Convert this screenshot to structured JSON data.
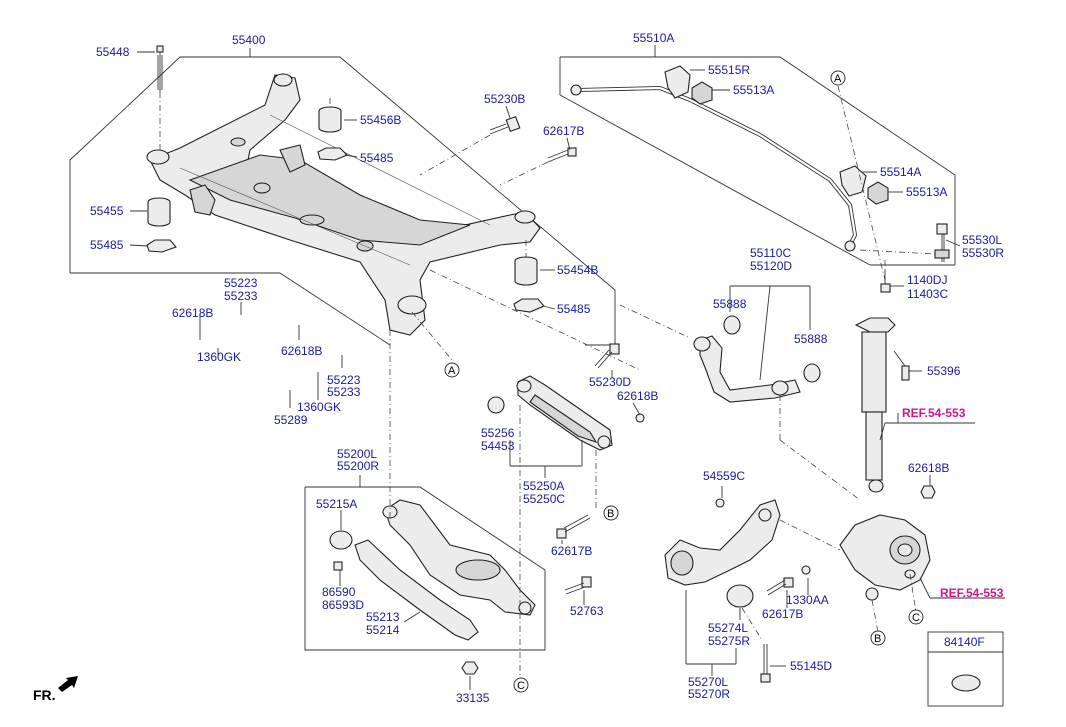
{
  "labels": {
    "p55400": "55400",
    "p55448": "55448",
    "p55456B": "55456B",
    "p55485a": "55485",
    "p55455": "55455",
    "p55485b": "55485",
    "p55454B": "55454B",
    "p55485c": "55485",
    "p55230B": "55230B",
    "p62617B_top": "62617B",
    "p55510A": "55510A",
    "p55515R": "55515R",
    "p55513A_top": "55513A",
    "p55514A": "55514A",
    "p55513A_mid": "55513A",
    "p55530L": "55530L",
    "p55530R": "55530R",
    "p1140DJ": "1140DJ",
    "p11403C": "11403C",
    "p55223a": "55223",
    "p55233a": "55233",
    "p62618B_a": "62618B",
    "p1360GK_a": "1360GK",
    "p62618B_b": "62618B",
    "p55223b": "55223",
    "p55233b": "55233",
    "p1360GK_b": "1360GK",
    "p55289": "55289",
    "p55110C": "55110C",
    "p55120D": "55120D",
    "p55888a": "55888",
    "p55888b": "55888",
    "p55230D": "55230D",
    "p62618B_c": "62618B",
    "p55256": "55256",
    "p54453": "54453",
    "p55250A": "55250A",
    "p55250C": "55250C",
    "p62617B_mid": "62617B",
    "p55396": "55396",
    "p62618B_d": "62618B",
    "p55200L": "55200L",
    "p55200R": "55200R",
    "p55215A": "55215A",
    "p86590": "86590",
    "p86593D": "86593D",
    "p55213": "55213",
    "p55214": "55214",
    "p52763": "52763",
    "p33135": "33135",
    "p54559C": "54559C",
    "p1330AA": "1330AA",
    "p62617B_low": "62617B",
    "p55274L": "55274L",
    "p55275R": "55275R",
    "p55145D": "55145D",
    "p55270L": "55270L",
    "p55270R": "55270R",
    "p84140F": "84140F",
    "fr": "FR."
  },
  "refs": {
    "ref_upper": "REF.54-553",
    "ref_lower": "REF.54-553"
  },
  "markers": {
    "A1": "A",
    "A2": "A",
    "B1": "B",
    "B2": "B",
    "C1": "C",
    "C2": "C"
  },
  "colors": {
    "label": "#1a1aa0",
    "ref": "#d4148c",
    "line": "#333333"
  }
}
